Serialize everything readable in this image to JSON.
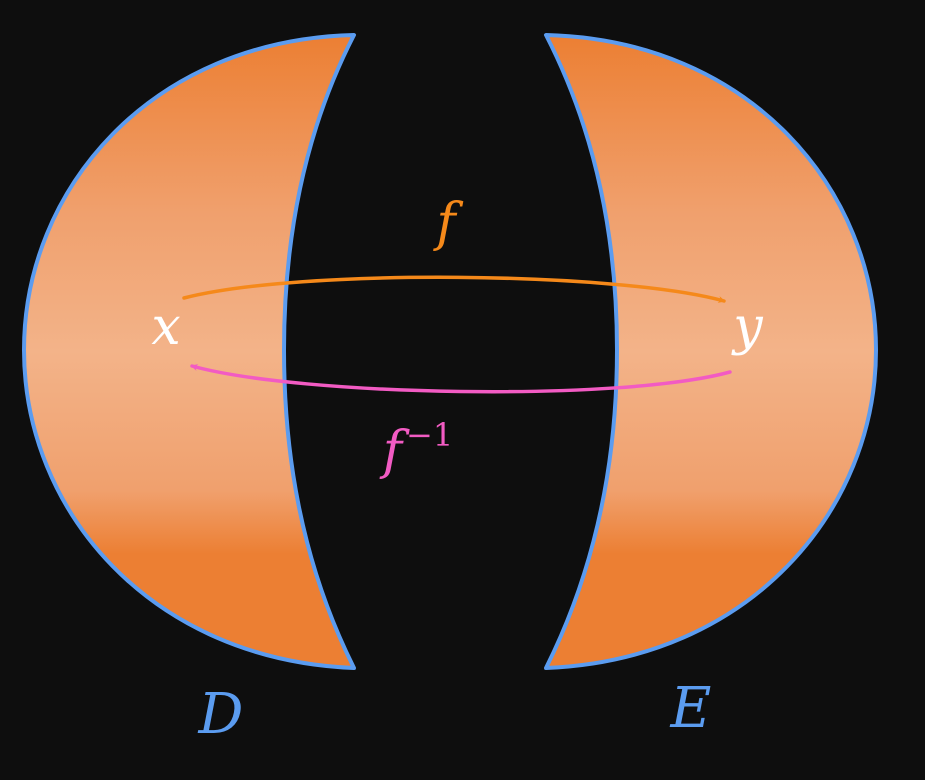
{
  "sets": {
    "domain": {
      "label": "D"
    },
    "codomain": {
      "label": "E"
    }
  },
  "points": {
    "source": {
      "label": "x"
    },
    "target": {
      "label": "y"
    }
  },
  "maps": {
    "forward": {
      "label": "f"
    },
    "inverse": {
      "label": "f",
      "superscript": "−1"
    }
  },
  "colors": {
    "background": "#0e0e0e",
    "region_fill_dark": "#ec7f33",
    "region_fill_light": "#f2ae82",
    "region_outline": "#5b9cf0",
    "set_label": "#5b9cf0",
    "point_label": "#ffffff",
    "forward_arrow": "#f5891a",
    "inverse_arrow": "#f25bc3"
  }
}
